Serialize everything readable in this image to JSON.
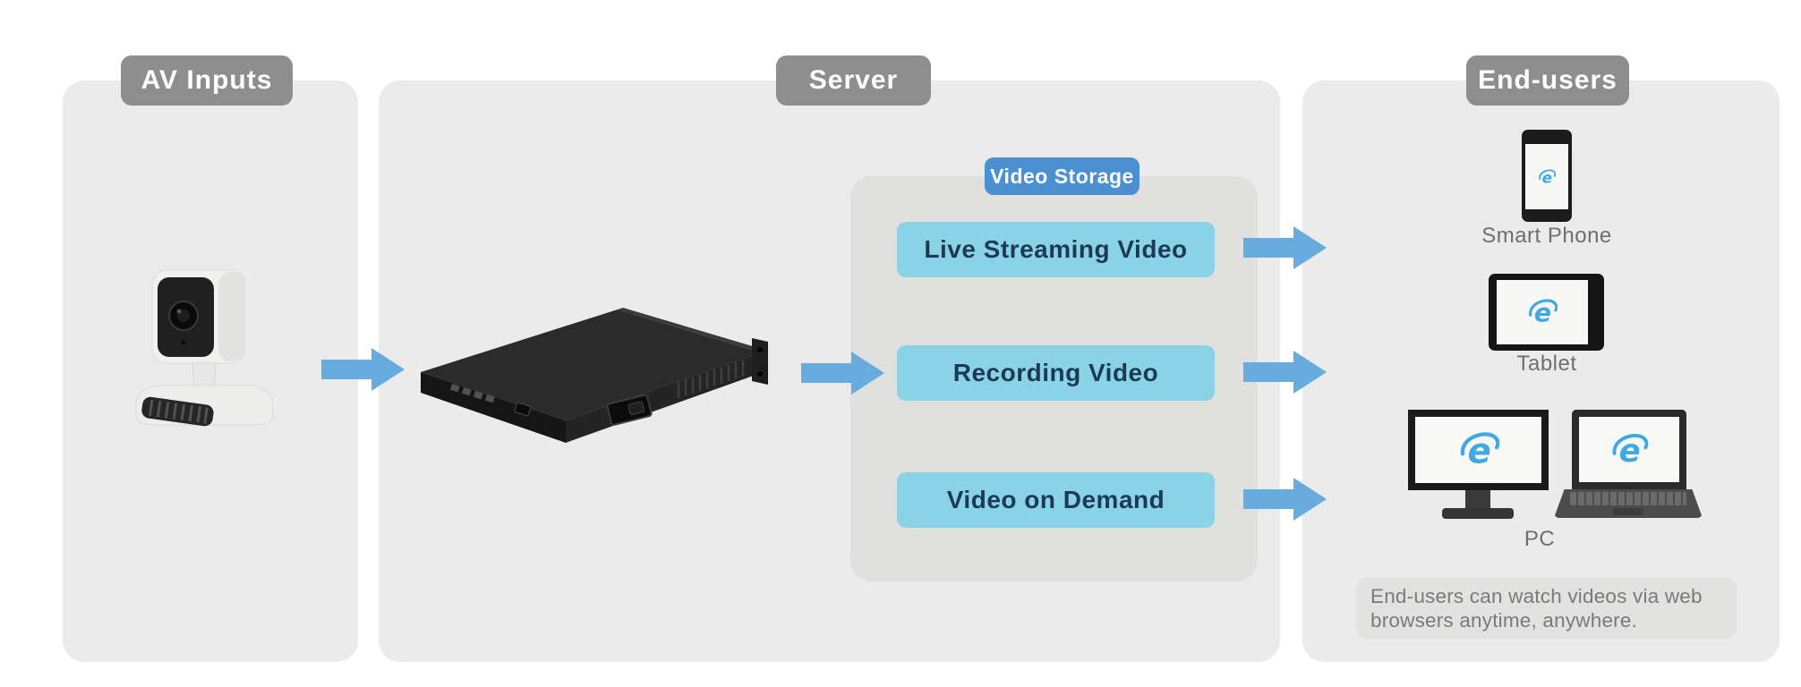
{
  "panels": {
    "av_inputs": {
      "title": "AV Inputs"
    },
    "server": {
      "title": "Server",
      "storage": {
        "title": "Video Storage",
        "boxes": [
          {
            "label": "Live Streaming Video"
          },
          {
            "label": "Recording Video"
          },
          {
            "label": "Video on Demand"
          }
        ]
      }
    },
    "end_users": {
      "title": "End-users",
      "devices": [
        {
          "label": "Smart Phone"
        },
        {
          "label": "Tablet"
        },
        {
          "label": "PC"
        }
      ],
      "note": "End-users can watch videos via web\nbrowsers anytime, anywhere."
    }
  },
  "colors": {
    "panel_bg": "#ebebeb",
    "inner_panel_bg": "#e0e0de",
    "badge_gray": "#8e8e8e",
    "badge_blue": "#4b90d0",
    "box_blue": "#8ad3e7",
    "box_text": "#1b3a55",
    "arrow_blue": "#68acdf",
    "ie_blue": "#3fa9e1",
    "label_gray": "#6f6f6f",
    "note_bg": "#e2e2e1",
    "note_text": "#7a7a7a"
  }
}
